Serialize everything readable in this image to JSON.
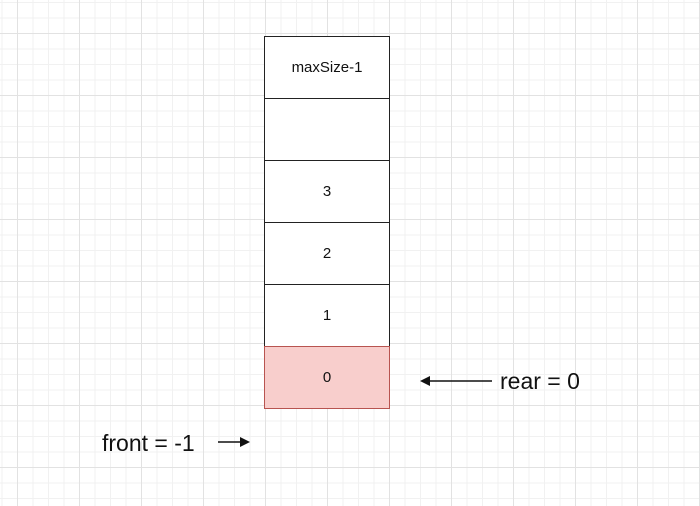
{
  "queue": {
    "cells": [
      "maxSize-1",
      "",
      "3",
      "2",
      "1",
      "0"
    ],
    "highlight_color": "#f8cecc",
    "highlight_border": "#b85450"
  },
  "pointers": {
    "rear_label": "rear = 0",
    "front_label": "front = -1"
  }
}
